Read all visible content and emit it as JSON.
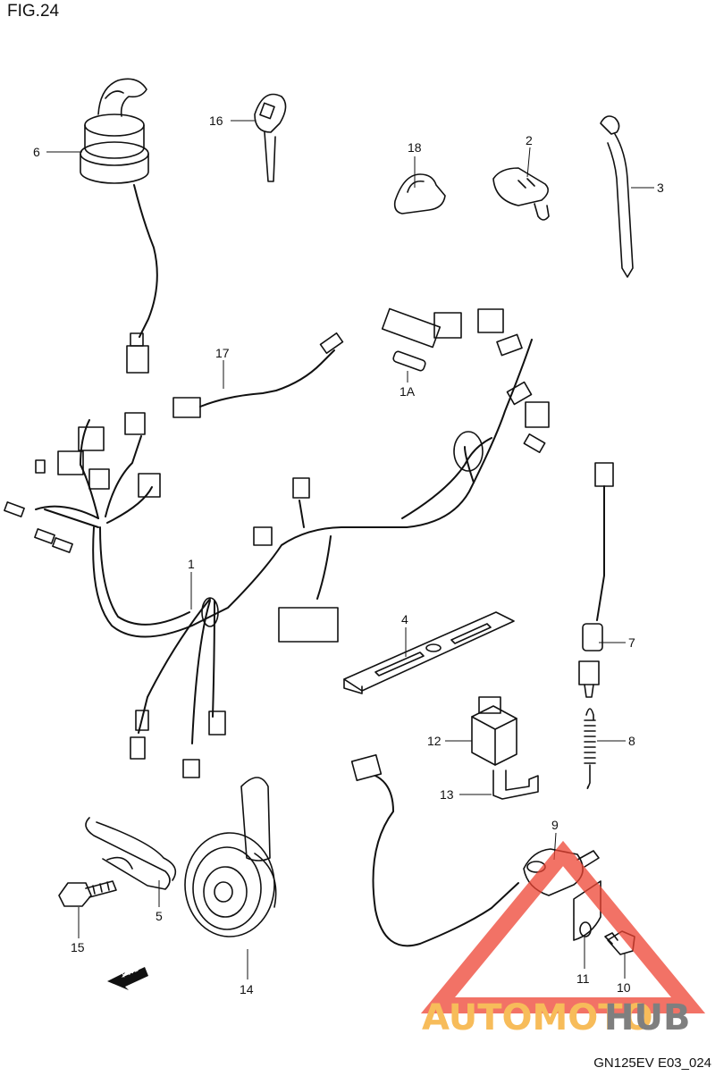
{
  "figure": {
    "title": "FIG.24",
    "code": "GN125EV E03_024"
  },
  "fwd_label": "FWD",
  "callouts": [
    {
      "id": "6",
      "text": "6"
    },
    {
      "id": "16",
      "text": "16"
    },
    {
      "id": "18",
      "text": "18"
    },
    {
      "id": "2",
      "text": "2"
    },
    {
      "id": "3",
      "text": "3"
    },
    {
      "id": "17",
      "text": "17"
    },
    {
      "id": "1A",
      "text": "1A"
    },
    {
      "id": "1",
      "text": "1"
    },
    {
      "id": "4",
      "text": "4"
    },
    {
      "id": "7",
      "text": "7"
    },
    {
      "id": "8",
      "text": "8"
    },
    {
      "id": "12",
      "text": "12"
    },
    {
      "id": "13",
      "text": "13"
    },
    {
      "id": "9",
      "text": "9"
    },
    {
      "id": "5",
      "text": "5"
    },
    {
      "id": "15",
      "text": "15"
    },
    {
      "id": "14",
      "text": "14"
    },
    {
      "id": "11",
      "text": "11"
    },
    {
      "id": "10",
      "text": "10"
    }
  ],
  "watermark": {
    "part1": "AUTOMOTO",
    "part2": "HUB",
    "color1": "#f5a623",
    "color2": "#555555",
    "triangle_color": "#ee4433"
  }
}
